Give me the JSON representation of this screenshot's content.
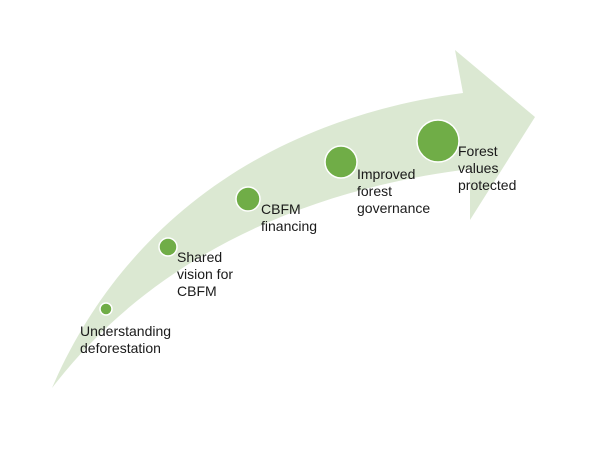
{
  "colors": {
    "arrow_fill": "#dbe8d2",
    "milestone_fill": "#70ad47",
    "milestone_stroke": "#ffffff",
    "text": "#1a1a1a"
  },
  "steps": [
    {
      "label": "Understanding\ndeforestation"
    },
    {
      "label": "Shared\nvision for\nCBFM"
    },
    {
      "label": "CBFM\nfinancing"
    },
    {
      "label": "Improved\nforest\ngovernance"
    },
    {
      "label": "Forest\nvalues\nprotected"
    }
  ]
}
